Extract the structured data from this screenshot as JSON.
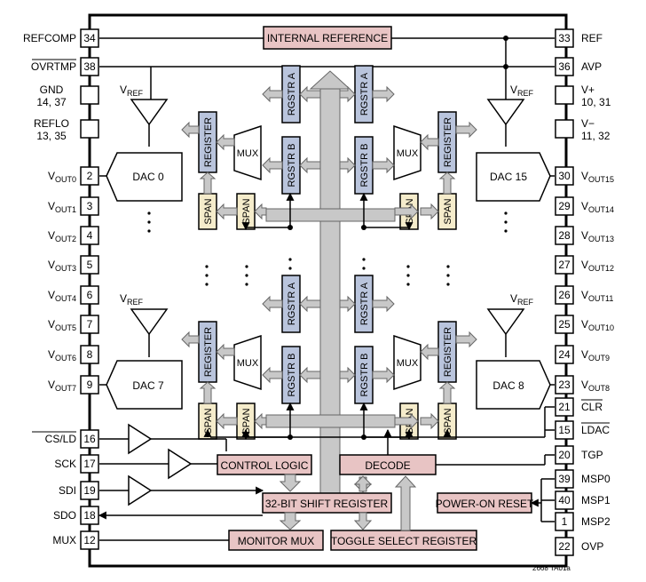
{
  "blocks": {
    "internal_reference": "INTERNAL REFERENCE",
    "control_logic": "CONTROL LOGIC",
    "decode": "DECODE",
    "shift_register": "32-BIT SHIFT REGISTER",
    "power_on_reset": "POWER-ON RESET",
    "monitor_mux": "MONITOR MUX",
    "toggle_select": "TOGGLE SELECT REGISTER",
    "dac0": "DAC 0",
    "dac7": "DAC 7",
    "dac15": "DAC 15",
    "dac8": "DAC 8",
    "register": "REGISTER",
    "span": "SPAN",
    "rgstr_a": "RGSTR A",
    "rgstr_b": "RGSTR B",
    "mux": "MUX",
    "vref": "V",
    "vref_sub": "REF"
  },
  "left_pins": [
    {
      "name": "REFCOMP",
      "num": "34"
    },
    {
      "name": "OVRTMP",
      "num": "38"
    },
    {
      "name": "GND",
      "name2": "14, 37",
      "num": ""
    },
    {
      "name": "REFLO",
      "name2": "13, 35",
      "num": ""
    },
    {
      "name": "V",
      "sub": "OUT0",
      "num": "2"
    },
    {
      "name": "V",
      "sub": "OUT1",
      "num": "3"
    },
    {
      "name": "V",
      "sub": "OUT2",
      "num": "4"
    },
    {
      "name": "V",
      "sub": "OUT3",
      "num": "5"
    },
    {
      "name": "V",
      "sub": "OUT4",
      "num": "6"
    },
    {
      "name": "V",
      "sub": "OUT5",
      "num": "7"
    },
    {
      "name": "V",
      "sub": "OUT6",
      "num": "8"
    },
    {
      "name": "V",
      "sub": "OUT7",
      "num": "9"
    },
    {
      "name": "CS/LD",
      "num": "16"
    },
    {
      "name": "SCK",
      "num": "17"
    },
    {
      "name": "SDI",
      "num": "19"
    },
    {
      "name": "SDO",
      "num": "18"
    },
    {
      "name": "MUX",
      "num": "12"
    }
  ],
  "right_pins": [
    {
      "name": "REF",
      "num": "33"
    },
    {
      "name": "AVP",
      "num": "36"
    },
    {
      "name": "V+",
      "name2": "10, 31",
      "num": ""
    },
    {
      "name": "V−",
      "name2": "11, 32",
      "num": ""
    },
    {
      "name": "V",
      "sub": "OUT15",
      "num": "30"
    },
    {
      "name": "V",
      "sub": "OUT14",
      "num": "29"
    },
    {
      "name": "V",
      "sub": "OUT13",
      "num": "28"
    },
    {
      "name": "V",
      "sub": "OUT12",
      "num": "27"
    },
    {
      "name": "V",
      "sub": "OUT11",
      "num": "26"
    },
    {
      "name": "V",
      "sub": "OUT10",
      "num": "25"
    },
    {
      "name": "V",
      "sub": "OUT9",
      "num": "24"
    },
    {
      "name": "V",
      "sub": "OUT8",
      "num": "23"
    },
    {
      "name": "CLR",
      "num": "21"
    },
    {
      "name": "LDAC",
      "num": "15"
    },
    {
      "name": "TGP",
      "num": "20"
    },
    {
      "name": "MSP0",
      "num": "39"
    },
    {
      "name": "MSP1",
      "num": "40"
    },
    {
      "name": "MSP2",
      "num": "1"
    },
    {
      "name": "OVP",
      "num": "22"
    }
  ],
  "footnote": "2668 TA01a",
  "colors": {
    "pink": "#e8c4c4",
    "yellow": "#f5eccb",
    "blue": "#b9c4dc",
    "bus": "#c8c8c8"
  }
}
